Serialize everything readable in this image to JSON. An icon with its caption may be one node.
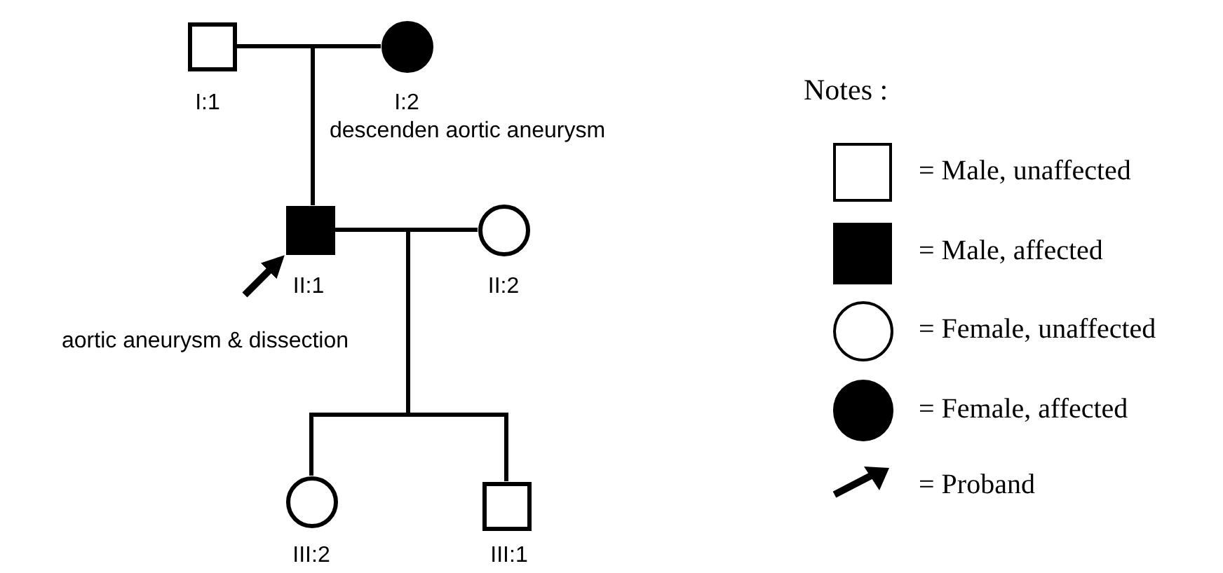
{
  "diagram": {
    "nodes": [
      {
        "text": [],
        "shape": "box",
        "beside": [
          "I:1"
        ]
      },
      {
        "text": [],
        "shape": "circle",
        "beside": [
          "I:2",
          "descenden aortic aneurysm"
        ]
      },
      {
        "text": [],
        "shape": "box",
        "beside": [
          "II:1",
          "aortic aneurysm & dissection"
        ]
      },
      {
        "text": [],
        "shape": "circle",
        "beside": [
          "II:2"
        ]
      },
      {
        "text": [],
        "shape": "circle",
        "beside": [
          "III:2"
        ]
      },
      {
        "text": [],
        "shape": "box",
        "beside": [
          "III:1"
        ]
      }
    ],
    "edges": [
      {
        "from": 0,
        "to": 2,
        "arrow": "none"
      },
      {
        "from": 1,
        "to": 2,
        "arrow": "none"
      },
      {
        "from": 2,
        "to": 4,
        "arrow": "none"
      },
      {
        "from": 2,
        "to": 5,
        "arrow": "none"
      },
      {
        "from": 3,
        "to": 4,
        "arrow": "none"
      },
      {
        "from": 3,
        "to": 5,
        "arrow": "none"
      },
      {
        "from": null,
        "to": 2,
        "arrow": "to"
      }
    ],
    "labels": [
      "Notes :"
    ],
    "legend": [
      {
        "text": "= Male, unaffected"
      },
      {
        "text": "= Male, affected"
      },
      {
        "text": "= Female, unaffected"
      },
      {
        "text": "= Female, affected"
      },
      {
        "text": "= Proband"
      }
    ]
  }
}
